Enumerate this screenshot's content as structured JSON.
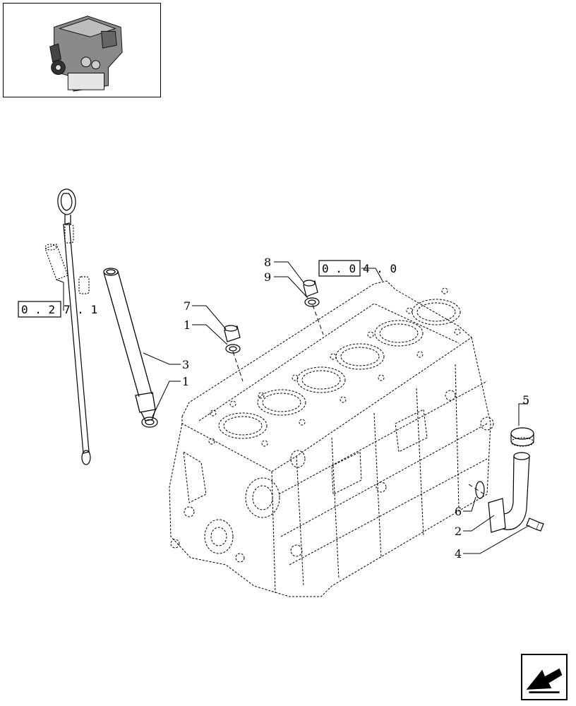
{
  "thumbnail": {
    "name": "engine-thumbnail"
  },
  "references": {
    "block_ref": {
      "boxed": "0 . 0",
      "rest": "4 . 0"
    },
    "dipstick_ref": {
      "boxed": "0 . 2",
      "rest": "7 . 1"
    }
  },
  "callouts": [
    {
      "id": "c8",
      "label": "8"
    },
    {
      "id": "c9",
      "label": "9"
    },
    {
      "id": "c7",
      "label": "7"
    },
    {
      "id": "c1a",
      "label": "1"
    },
    {
      "id": "c3",
      "label": "3"
    },
    {
      "id": "c1b",
      "label": "1"
    },
    {
      "id": "c5",
      "label": "5"
    },
    {
      "id": "c6",
      "label": "6"
    },
    {
      "id": "c2",
      "label": "2"
    },
    {
      "id": "c4",
      "label": "4"
    }
  ],
  "navigation": {
    "icon": "next-page-arrow-icon"
  }
}
